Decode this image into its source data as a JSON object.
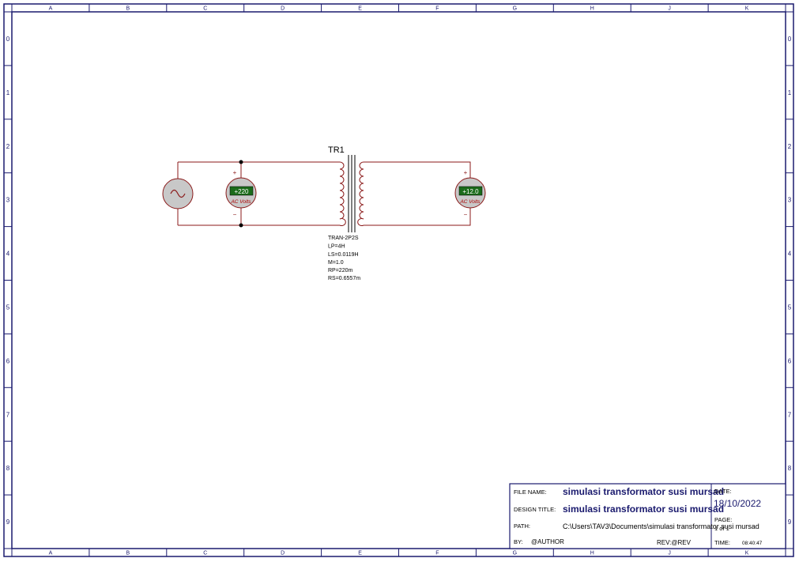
{
  "frame": {
    "columns": [
      "A",
      "B",
      "C",
      "D",
      "E",
      "F",
      "G",
      "H",
      "J",
      "K"
    ],
    "rows": [
      "0",
      "1",
      "2",
      "3",
      "4",
      "5",
      "6",
      "7",
      "8",
      "9"
    ]
  },
  "transformer": {
    "ref": "TR1",
    "model": "TRAN-2P2S",
    "params": [
      "LP=4H",
      "LS=0.0119H",
      "M=1.0",
      "RP=220m",
      "RS=0.6557m"
    ]
  },
  "voltmeters": [
    {
      "reading": "+220",
      "unit": "AC Volts"
    },
    {
      "reading": "+12.0",
      "unit": "AC Volts"
    }
  ],
  "polarity": {
    "plus": "+",
    "minus": "−"
  },
  "title_block": {
    "file_name_label": "FILE NAME:",
    "file_name": "simulasi transformator susi mursad",
    "design_title_label": "DESIGN TITLE:",
    "design_title": "simulasi transformator susi mursad",
    "path_label": "PATH:",
    "path": "C:\\Users\\TAV3\\Documents\\simulasi transformator susi mursad",
    "by_label": "BY:",
    "author": "@AUTHOR",
    "date_label": "DATE:",
    "date": "18/10/2022",
    "page_label": "PAGE:",
    "page": "1 of 1",
    "rev": "REV:@REV",
    "time_label": "TIME:",
    "time": "08:40:47"
  },
  "colors": {
    "border": "#1a1a6e",
    "wire": "#8b1a1a",
    "meter_body": "#c8c8c8",
    "meter_display": "#1a6b1a",
    "meter_text": "#ffffff",
    "meter_unit": "#b00000"
  }
}
